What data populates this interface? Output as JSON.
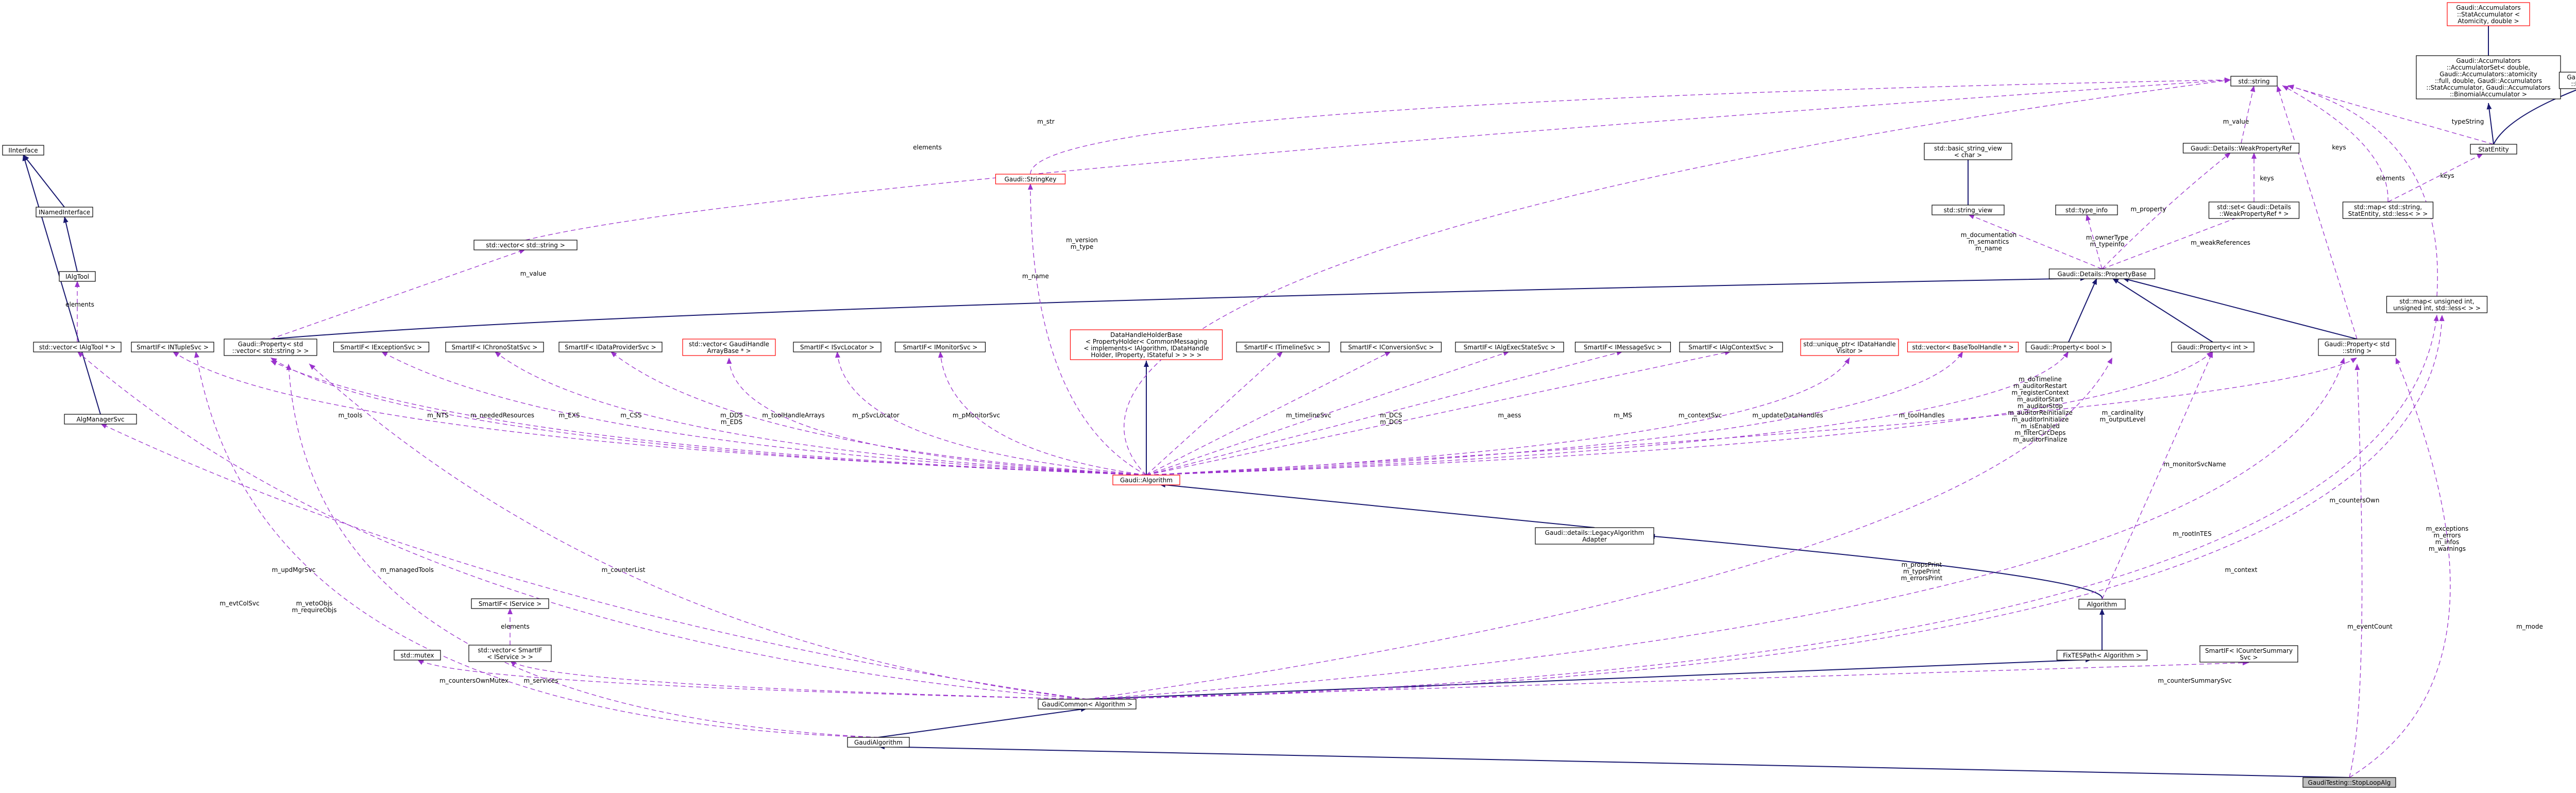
{
  "colors": {
    "inheritance_edge": "#191970",
    "member_edge": "#9a32cd",
    "incomplete_node_border": "#ff0000",
    "focus_node_fill": "#bfbfbf"
  },
  "nodes": {
    "interface": [
      "IInterface"
    ],
    "inamedinterface": [
      "INamedInterface"
    ],
    "ialgtool": [
      "IAlgTool"
    ],
    "vec_ialgtool": [
      "std::vector< IAlgTool * >"
    ],
    "algmanagersvc": [
      "AlgManagerSvc"
    ],
    "smartif_ituplesvc": [
      "SmartIF< INTupleSvc >"
    ],
    "prop_vec_string": [
      "Gaudi::Property< std",
      "::vector< std::string > >"
    ],
    "vec_string": [
      "std::vector< std::string >"
    ],
    "smartif_iexceptionsvc": [
      "SmartIF< IExceptionSvc >"
    ],
    "smartif_ichronostatsvc": [
      "SmartIF< IChronoStatSvc >"
    ],
    "smartif_idataprovidersvc": [
      "SmartIF< IDataProviderSvc >"
    ],
    "vec_gaudihandlearraybase": [
      "std::vector< GaudiHandle",
      "ArrayBase * >"
    ],
    "smartif_isvclocator": [
      "SmartIF< ISvcLocator >"
    ],
    "smartif_imonitorsvc": [
      "SmartIF< IMonitorSvc >"
    ],
    "stringkey": [
      "Gaudi::StringKey"
    ],
    "datahandleholderbase": [
      "DataHandleHolderBase",
      "< PropertyHolder< CommonMessaging",
      "< implements< IAlgorithm, IDataHandle",
      "Holder, IProperty, IStateful > > > >"
    ],
    "smartif_itimelinesvc": [
      "SmartIF< ITimelineSvc >"
    ],
    "smartif_iconversionsvc": [
      "SmartIF< IConversionSvc >"
    ],
    "smartif_ialgexecstatesvc": [
      "SmartIF< IAlgExecStateSvc >"
    ],
    "smartif_imessagesvc": [
      "SmartIF< IMessageSvc >"
    ],
    "smartif_ialgcontextsvc": [
      "SmartIF< IAlgContextSvc >"
    ],
    "unique_ptr_idatahandlevisitor": [
      "std::unique_ptr< IDataHandle",
      "Visitor >"
    ],
    "vec_basetoolhandle": [
      "std::vector< BaseToolHandle * >"
    ],
    "prop_bool": [
      "Gaudi::Property< bool >"
    ],
    "prop_int": [
      "Gaudi::Property< int >"
    ],
    "prop_string": [
      "Gaudi::Property< std",
      "::string >"
    ],
    "algorithm_ns": [
      "Gaudi::Algorithm"
    ],
    "legacyalgorithmadapter": [
      "Gaudi::details::LegacyAlgorithm",
      "Adapter"
    ],
    "algorithm": [
      "Algorithm"
    ],
    "fixtesmath": [
      "FixTESPath< Algorithm >"
    ],
    "gaudicommon": [
      "GaudiCommon< Algorithm >"
    ],
    "gaudialgorithm": [
      "GaudiAlgorithm"
    ],
    "stoploopalg": [
      "GaudiTesting::StopLoopAlg"
    ],
    "smartif_iservice": [
      "SmartIF< IService >"
    ],
    "vec_smartif_iservice": [
      "std::vector< SmartIF",
      "< IService > >"
    ],
    "std_mutex": [
      "std::mutex"
    ],
    "smartif_icountersummarysvc": [
      "SmartIF< ICounterSummary",
      "Svc >"
    ],
    "std_string": [
      "std::string"
    ],
    "basic_string_view": [
      "std::basic_string_view",
      "< char >"
    ],
    "string_view": [
      "std::string_view"
    ],
    "std_type_info": [
      "std::type_info"
    ],
    "propertybase": [
      "Gaudi::Details::PropertyBase"
    ],
    "weakpropertyref": [
      "Gaudi::Details::WeakPropertyRef"
    ],
    "set_weakpropertyref": [
      "std::set< Gaudi::Details",
      "::WeakPropertyRef * >"
    ],
    "map_string_statentity": [
      "std::map< std::string,",
      "StatEntity, std::less< > >"
    ],
    "map_unsigned_string": [
      "std::map< unsigned int,",
      "unsigned int, std::less< > >"
    ],
    "accumulators_stataccumulator": [
      "Gaudi::Accumulators",
      "::StatAccumulator <",
      "Atomicity, double >"
    ],
    "accumulators_set": [
      "Gaudi::Accumulators",
      "::AccumulatorSet< double,",
      "Gaudi::Accumulators::atomicity",
      "::full, double, Gaudi::Accumulators",
      "::StatAccumulator, Gaudi::Accumulators",
      "::BinomialAccumulator >"
    ],
    "printablecounter": [
      "Gaudi::Accumulators",
      "::PrintableCounter"
    ],
    "statentity": [
      "StatEntity"
    ]
  },
  "edge_labels": {
    "elements_vecstr": [
      "elements"
    ],
    "m_str": [
      "m_str"
    ],
    "elements_ialgtool": [
      "elements"
    ],
    "m_value_vecstr": [
      "m_value"
    ],
    "m_name": [
      "m_name"
    ],
    "m_version": [
      "m_version",
      "m_type"
    ],
    "m_value_weak": [
      "m_value"
    ],
    "keys_set": [
      "keys"
    ],
    "m_property": [
      "m_property"
    ],
    "m_documentation": [
      "m_documentation",
      "m_semantics",
      "m_name"
    ],
    "m_ownertype": [
      "m_ownerType",
      "m_typeinfo"
    ],
    "m_weakreferences": [
      "m_weakReferences"
    ],
    "m_value_propstr": [
      "m_value"
    ],
    "elements_map": [
      "elements"
    ],
    "keys_map": [
      "keys"
    ],
    "keys_map2": [
      "keys"
    ],
    "typestring": [
      "typeString"
    ],
    "m_tools": [
      "m_tools"
    ],
    "m_nts": [
      "m_NTS"
    ],
    "m_neededresources": [
      "m_neededResources"
    ],
    "m_exs": [
      "m_EXS"
    ],
    "m_css": [
      "m_CSS"
    ],
    "m_dds": [
      "m_DDS",
      "m_EDS"
    ],
    "m_toolhandlearrays": [
      "m_toolHandleArrays"
    ],
    "m_psvclocator": [
      "m_pSvcLocator"
    ],
    "m_pmonitorsvc": [
      "m_pMonitorSvc"
    ],
    "m_timelinesvc": [
      "m_timelineSvc"
    ],
    "m_dcs": [
      "m_DCS",
      "m_DCS"
    ],
    "m_aess": [
      "m_aess"
    ],
    "m_ms": [
      "m_MS"
    ],
    "m_contextsvc": [
      "m_contextSvc"
    ],
    "m_updatedatahandles": [
      "m_updateDataHandles"
    ],
    "m_toolhandles": [
      "m_toolHandles"
    ],
    "m_dotimeline": [
      "m_doTimeline",
      "m_auditorRestart",
      "m_registerContext",
      "m_auditorStart",
      "m_auditorStop",
      "m_auditorReinitialize",
      "m_auditorInitialize",
      "m_isEnabled",
      "m_filterCircDeps",
      "m_auditorFinalize"
    ],
    "m_cardinality": [
      "m_cardinality",
      "m_outputLevel"
    ],
    "m_monitorsvcname": [
      "m_monitorSvcName"
    ],
    "m_rootintes": [
      "m_rootInTES"
    ],
    "m_context": [
      "m_context"
    ],
    "m_countersown": [
      "m_countersOwn"
    ],
    "m_exceptions": [
      "m_exceptions",
      "m_errors",
      "m_infos",
      "m_warnings"
    ],
    "m_updmgrsvc": [
      "m_updMgrSvc"
    ],
    "m_managedtools": [
      "m_managedTools"
    ],
    "m_evtcolsvc": [
      "m_evtColSvc"
    ],
    "m_vetoobjs": [
      "m_vetoObjs",
      "m_requireObjs"
    ],
    "m_counterlist": [
      "m_counterList"
    ],
    "m_propsprint": [
      "m_propsPrint",
      "m_typePrint",
      "m_errorsPrint"
    ],
    "elements_svc": [
      "elements"
    ],
    "m_services": [
      "m_services"
    ],
    "m_counterssetmutex": [
      "m_countersOwnMutex"
    ],
    "m_countersummarysvc": [
      "m_counterSummarySvc"
    ],
    "m_eventcount": [
      "m_eventCount"
    ],
    "m_mode": [
      "m_mode"
    ]
  }
}
